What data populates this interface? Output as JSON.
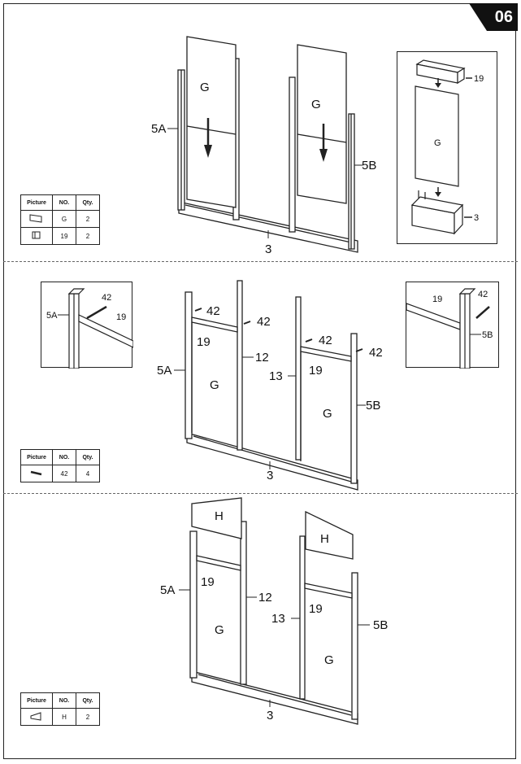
{
  "page": {
    "number": "06"
  },
  "step1": {
    "labels": {
      "panel_left": "G",
      "panel_right": "G",
      "post_left": "5A",
      "post_right": "5B",
      "base": "3"
    },
    "detail": {
      "cap": "19",
      "panel": "G",
      "base": "3"
    },
    "parts_table": {
      "headers": [
        "Picture",
        "NO.",
        "Qty."
      ],
      "rows": [
        {
          "no": "G",
          "qty": "2"
        },
        {
          "no": "19",
          "qty": "2"
        }
      ]
    }
  },
  "step2": {
    "labels": {
      "screw_a": "42",
      "screw_b": "42",
      "screw_c": "42",
      "screw_d": "42",
      "bar_left": "19",
      "bar_right": "19",
      "post_12": "12",
      "post_13": "13",
      "post_left": "5A",
      "post_right": "5B",
      "panel_left": "G",
      "panel_right": "G",
      "base": "3"
    },
    "detail_left": {
      "screw": "42",
      "post": "5A",
      "bar": "19"
    },
    "detail_right": {
      "screw": "42",
      "post": "5B",
      "bar": "19"
    },
    "parts_table": {
      "headers": [
        "Picture",
        "NO.",
        "Qty."
      ],
      "rows": [
        {
          "no": "42",
          "qty": "4"
        }
      ]
    }
  },
  "step3": {
    "labels": {
      "top_left": "H",
      "top_right": "H",
      "bar_left": "19",
      "bar_right": "19",
      "post_12": "12",
      "post_13": "13",
      "post_left": "5A",
      "post_right": "5B",
      "panel_left": "G",
      "panel_right": "G",
      "base": "3"
    },
    "parts_table": {
      "headers": [
        "Picture",
        "NO.",
        "Qty."
      ],
      "rows": [
        {
          "no": "H",
          "qty": "2"
        }
      ]
    }
  }
}
